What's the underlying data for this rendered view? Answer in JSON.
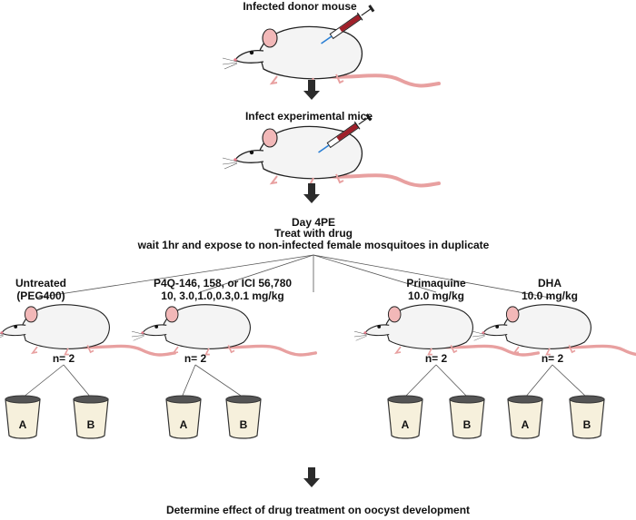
{
  "steps": {
    "donor_label": "Infected donor mouse",
    "infect_label": "Infect experimental mice",
    "day_label": "Day 4PE",
    "treat_label": "Treat with drug",
    "expose_label": "wait 1hr and expose to non-infected female mosquitoes in duplicate",
    "final_label": "Determine effect of drug treatment on oocyst development"
  },
  "groups": [
    {
      "name_line1": "Untreated",
      "name_line2": "(PEG400)",
      "n_label": "n= 2",
      "cup_a": "A",
      "cup_b": "B"
    },
    {
      "name_line1": "P4Q-146, 158, or ICI 56,780",
      "name_line2": "10, 3.0,1.0,0.3,0.1 mg/kg",
      "n_label": "n= 2",
      "cup_a": "A",
      "cup_b": "B"
    },
    {
      "name_line1": "Primaquine",
      "name_line2": "10.0 mg/kg",
      "n_label": "n= 2",
      "cup_a": "A",
      "cup_b": "B"
    },
    {
      "name_line1": "DHA",
      "name_line2": "10.0 mg/kg",
      "n_label": "n= 2",
      "cup_a": "A",
      "cup_b": "B"
    }
  ],
  "colors": {
    "mouse_body": "#f4f4f4",
    "mouse_ear": "#f2b8b8",
    "tail": "#e8a0a0",
    "arrow": "#2b2b2b",
    "cup_fill": "#f6f0dc",
    "cup_top": "#555555",
    "syringe_fluid": "#a0202a",
    "needle": "#2a7fd4"
  }
}
